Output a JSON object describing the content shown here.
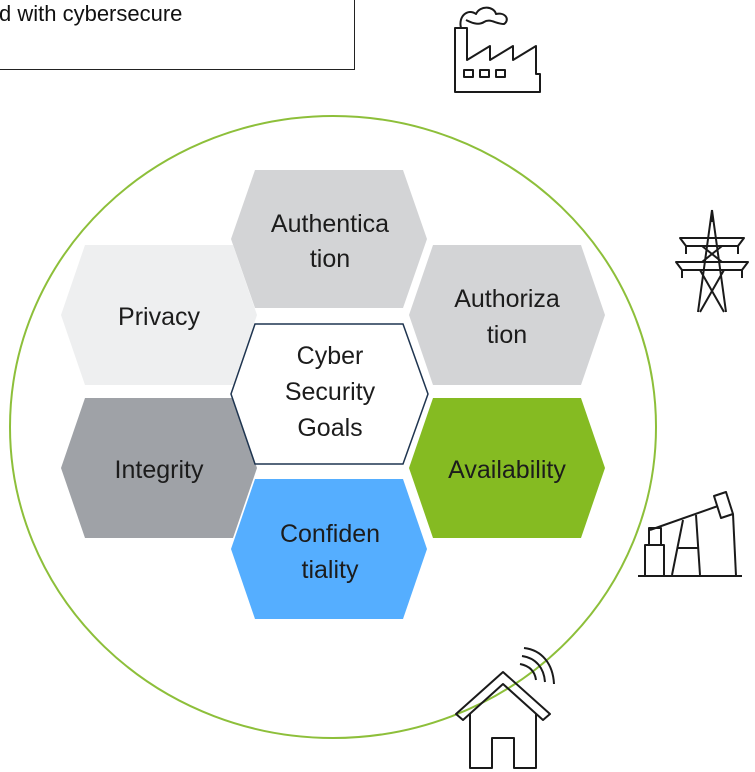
{
  "caption": {
    "text": "d with cybersecure"
  },
  "center": {
    "lines": [
      "Cyber",
      "Security",
      "Goals"
    ]
  },
  "hexagons": [
    {
      "key": "authentication",
      "lines": [
        "Authentica",
        "tion"
      ],
      "fill": "#d3d4d6"
    },
    {
      "key": "authorization",
      "lines": [
        "Authoriza",
        "tion"
      ],
      "fill": "#d3d4d6"
    },
    {
      "key": "privacy",
      "lines": [
        "Privacy"
      ],
      "fill": "#eeeff0"
    },
    {
      "key": "integrity",
      "lines": [
        "Integrity"
      ],
      "fill": "#9fa2a7"
    },
    {
      "key": "availability",
      "lines": [
        "Availability"
      ],
      "fill": "#85bb22"
    },
    {
      "key": "confidentiality",
      "lines": [
        "Confiden",
        "tiality"
      ],
      "fill": "#55aeff"
    }
  ],
  "colors": {
    "ellipse_stroke": "#8dbf3a",
    "center_stroke": "#1f3550",
    "icon_stroke": "#1a1a1a"
  },
  "icons": [
    "factory-icon",
    "power-tower-icon",
    "oil-pump-icon",
    "smart-home-icon"
  ]
}
